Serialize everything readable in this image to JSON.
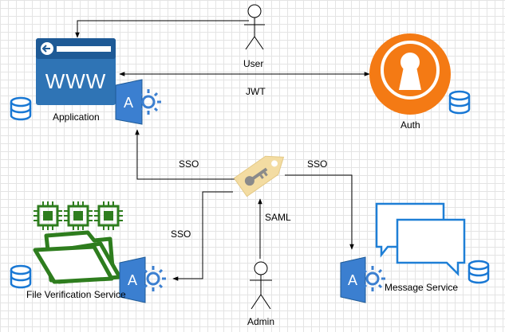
{
  "nodes": {
    "user": "User",
    "admin": "Admin",
    "application": "Application",
    "auth": "Auth",
    "file_verification": "File Verification Service",
    "message_service": "Message Service"
  },
  "edges": {
    "jwt": "JWT",
    "sso_left": "SSO",
    "sso_right": "SSO",
    "sso_bottom": "SSO",
    "saml": "SAML"
  },
  "icons": {
    "browser": "www",
    "browser_text": "WWW",
    "app_badge": "A"
  },
  "colors": {
    "browser_blue": "#2f74b5",
    "browser_dark": "#1e5a96",
    "auth_orange": "#f47a14",
    "db_blue": "#1978d4",
    "app_blue": "#3b7fd0",
    "chip_green": "#2e7d1e",
    "key_tag": "#f3dca2",
    "msg_blue": "#1e7fd6"
  }
}
